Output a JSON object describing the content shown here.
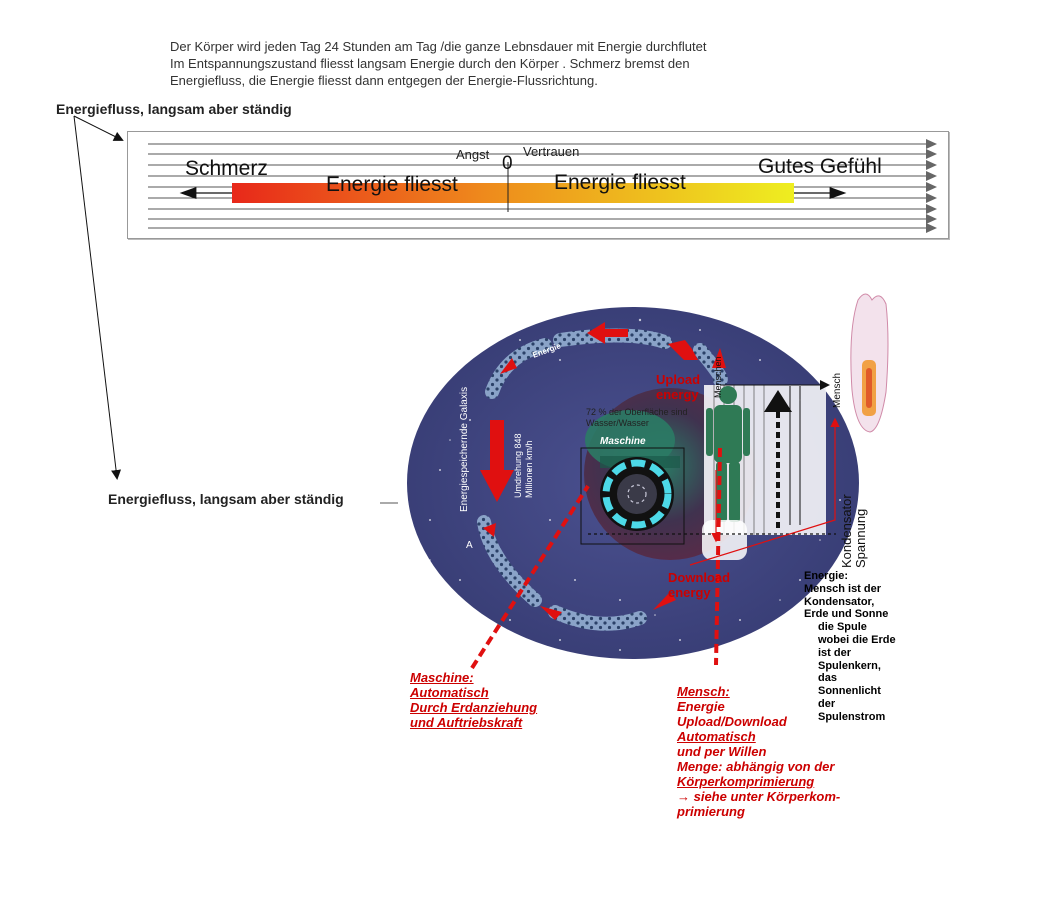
{
  "intro": {
    "line1": "Der Körper wird jeden Tag  24 Stunden am Tag /die ganze Lebnsdauer mit Energie durchflutet",
    "line2": "Im Entspannungszustand fliesst langsam Energie durch den Körper . Schmerz bremst den",
    "line3": "Energiefluss, die Energie fliesst dann entgegen der Energie-Flussrichtung."
  },
  "flow_label_top": "Energiefluss, langsam aber ständig",
  "flow_label_bottom": "Energiefluss, langsam aber ständig",
  "scale": {
    "left": "Schmerz",
    "right": "Gutes Gefühl",
    "fear": "Angst",
    "trust": "Vertrauen",
    "zero": "0",
    "flow_left": "Energie fliesst",
    "flow_right": "Energie fliesst"
  },
  "galaxy": {
    "energy_tag": "Energie",
    "upload": "Upload energy",
    "download": "Download energy",
    "surface_note": "72 % der Oberfläche sind Wasser/Wasser",
    "machine": "Maschine",
    "galaxy_label": "Energiespeichernde Galaxis",
    "speed_label": "Umdrehung 848 Millionen km/h",
    "human_vertical": "Menschen",
    "human_side": "Mensch",
    "capacitor_voltage": "Kondensator Spannung",
    "point_a": "A"
  },
  "note_machine": {
    "l1": "Maschine:",
    "l2": "Automatisch",
    "l3": "Durch Erdanziehung",
    "l4": "und Auftriebskraft"
  },
  "note_human": {
    "l1": "Mensch:",
    "l2": "Energie",
    "l3": "Upload/Download",
    "l4": "Automatisch",
    "l5": "und per Willen",
    "l6": "Menge: abhängig von der",
    "l7": "Körperkomprimierung",
    "l8": "→ siehe unter Körperkom-",
    "l9": "primierung"
  },
  "note_energy": {
    "l1": "Energie:",
    "l2": "Mensch ist der",
    "l3": "Kondensator,",
    "l4": "Erde und Sonne",
    "l5": "die Spule",
    "l6": "wobei die Erde",
    "l7": "ist der",
    "l8": "Spulenkern,",
    "l9": "das",
    "l10": "Sonnenlicht",
    "l11": "der",
    "l12": "Spulenstrom"
  },
  "colors": {
    "galaxy": "#3a3f78",
    "arrow_red": "#e01010",
    "gradient_start": "#e8281a",
    "gradient_end": "#eeee20",
    "note_red": "#cc0000"
  }
}
